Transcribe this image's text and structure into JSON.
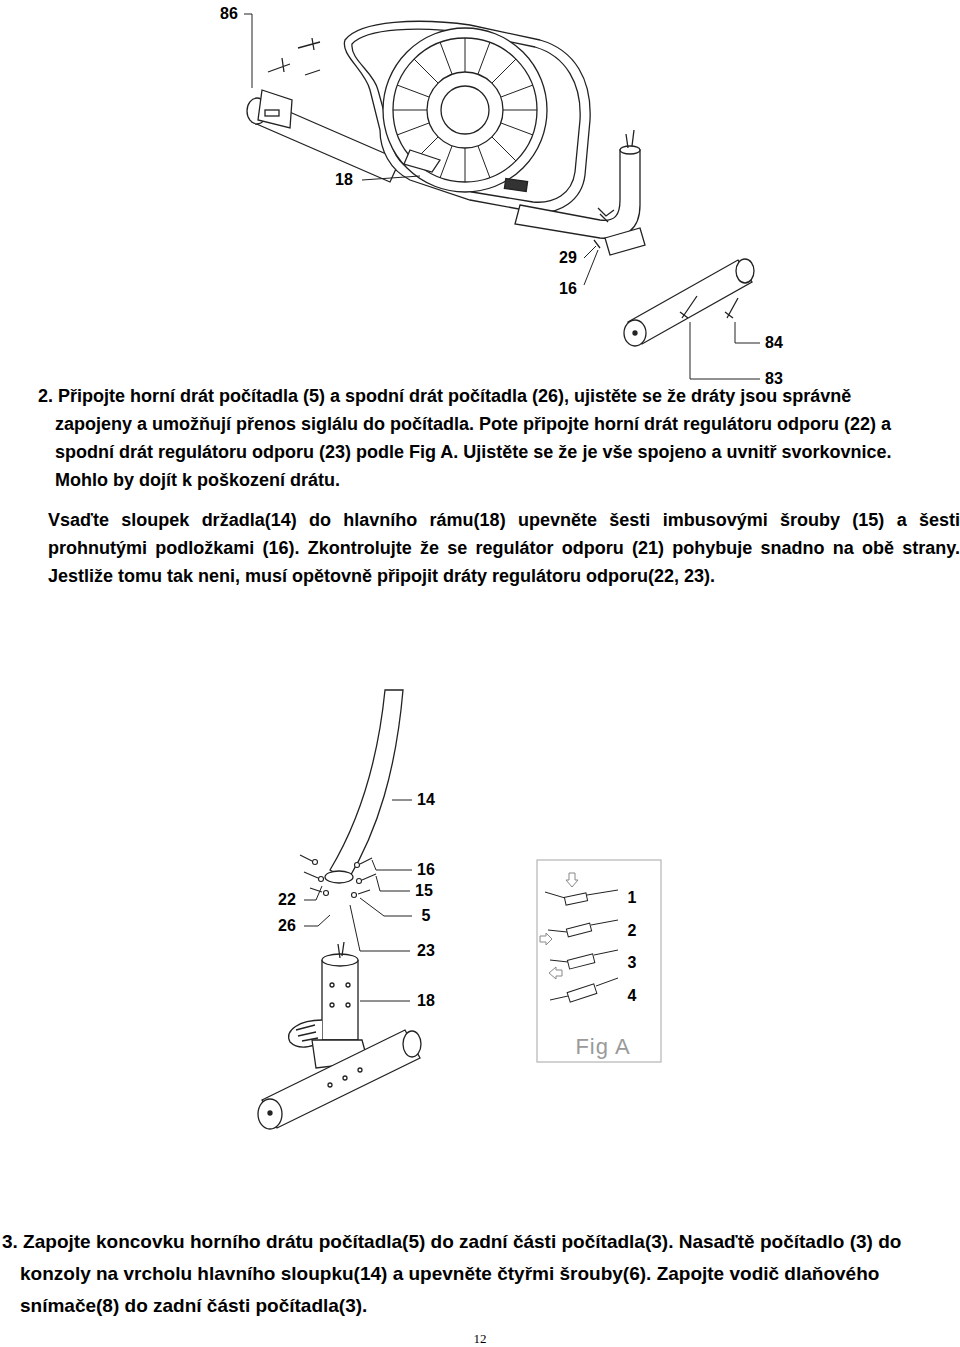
{
  "diagram": {
    "labels": [
      "86",
      "18",
      "29",
      "16",
      "84",
      "83",
      "2. Připojte horní drát počítadla (5) a spodní drát počítadla (26), ujistěte se že dráty jsou správně zapojeny a umožňují přenos siglálu do počítadla. Pote připojte horní drát regulátoru odporu (22) a spodní drát regulátoru odporu (23) podle Fig A. Ujistěte se že je vše spojeno a uvnitř svorkovnice. Mohlo by dojít k poškození drátu.",
      "Vsaďte sloupek držadla(14) do hlavního rámu(18) upevněte šesti imbusovými šrouby (15) a šesti prohnutými podložkami (16). Zkontrolujte že se regulátor odporu (21) pohybuje snadno na obě strany. Jestliže tomu tak neni, musí opětovně připojit dráty regulátoru odporu(22, 23).",
      "14",
      "22",
      "26",
      "16",
      "15",
      "5",
      "23",
      "18",
      "1",
      "2",
      "3",
      "4",
      "Fig A",
      "3. Zapojte koncovku horního drátu počítadla(5) do zadní části počítadla(3). Nasaďtě počítadlo (3) do konzoly na vrcholu hlavního sloupku(14) a upevněte čtyřmi šrouby(6). Zapojte vodič dlaňového snímače(8) do zadní části počítadla(3).",
      "12"
    ]
  }
}
